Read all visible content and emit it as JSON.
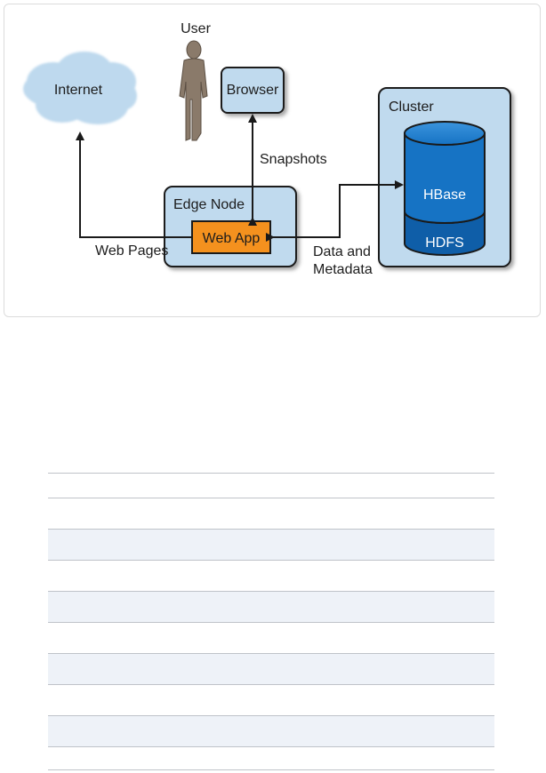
{
  "diagram": {
    "nodes": {
      "internet": "Internet",
      "user": "User",
      "browser": "Browser",
      "edge_node": "Edge Node",
      "web_app": "Web App",
      "cluster": "Cluster",
      "hbase": "HBase",
      "hdfs": "HDFS"
    },
    "edge_labels": {
      "snapshots": "Snapshots",
      "web_pages": "Web Pages",
      "data_and": "Data and",
      "metadata": "Metadata"
    },
    "colors": {
      "cloud": "#bed9ee",
      "box_fill": "#c0daee",
      "box_border": "#1a1a1a",
      "web_app_fill": "#f4911e",
      "person": "#8a7a6a",
      "hbase_blue": "#1673c4",
      "hdfs_blue": "#0f5ea8"
    }
  },
  "empty_table": {
    "rows": [
      {
        "shaded": false
      },
      {
        "shaded": false
      },
      {
        "shaded": true
      },
      {
        "shaded": false
      },
      {
        "shaded": true
      },
      {
        "shaded": false
      },
      {
        "shaded": true
      },
      {
        "shaded": false
      },
      {
        "shaded": true
      }
    ]
  }
}
